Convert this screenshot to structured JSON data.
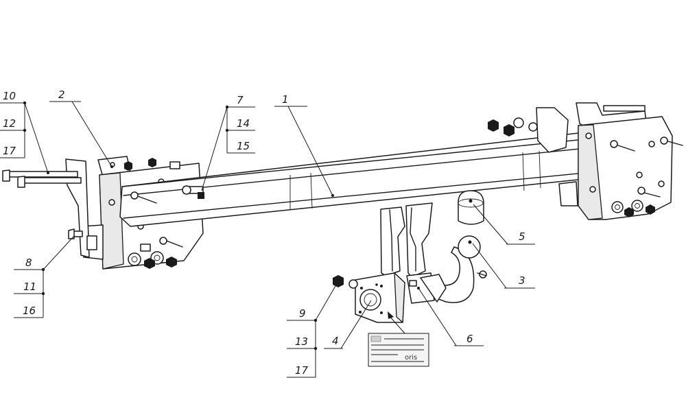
{
  "diagram": {
    "callouts": [
      {
        "id": "c1",
        "label": "1"
      },
      {
        "id": "c2",
        "label": "2"
      },
      {
        "id": "c3",
        "label": "3"
      },
      {
        "id": "c4",
        "label": "4"
      },
      {
        "id": "c5",
        "label": "5"
      },
      {
        "id": "c6",
        "label": "6"
      },
      {
        "id": "c7",
        "label": "7"
      },
      {
        "id": "c8",
        "label": "8"
      },
      {
        "id": "c9",
        "label": "9"
      },
      {
        "id": "c10",
        "label": "10"
      },
      {
        "id": "c11",
        "label": "11"
      },
      {
        "id": "c12",
        "label": "12"
      },
      {
        "id": "c13",
        "label": "13"
      },
      {
        "id": "c14",
        "label": "14"
      },
      {
        "id": "c15",
        "label": "15"
      },
      {
        "id": "c16",
        "label": "16"
      },
      {
        "id": "c17a",
        "label": "17"
      },
      {
        "id": "c17b",
        "label": "17"
      }
    ],
    "plate": {
      "brand": "oris"
    }
  }
}
